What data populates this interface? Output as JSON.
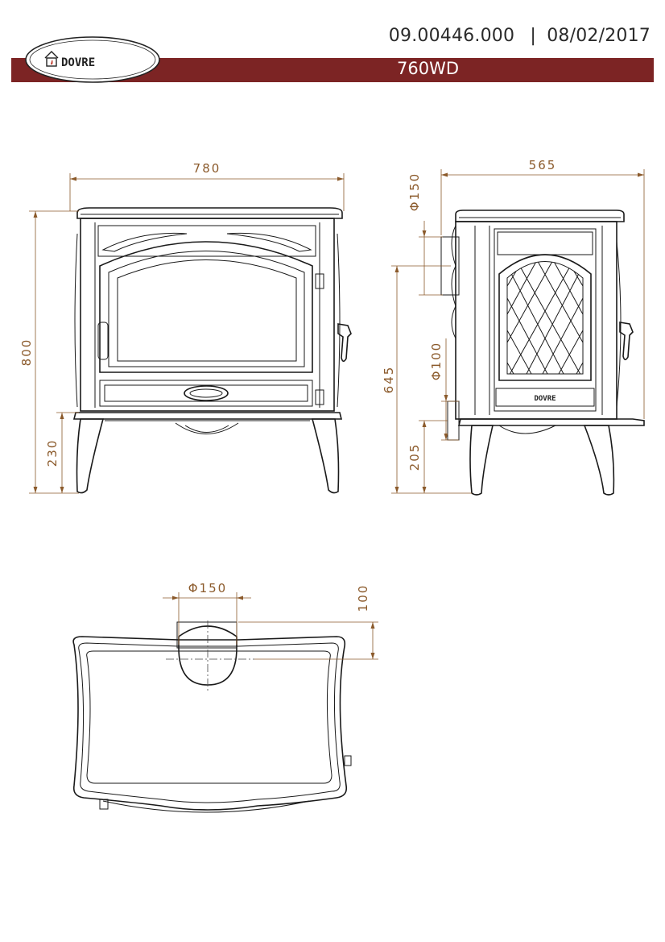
{
  "header": {
    "doc_code": "09.00446.000",
    "date": "08/02/2017",
    "separator": "|",
    "model": "760WD",
    "logo_text": "DOVRE",
    "accent_color": "#7c2424"
  },
  "front_view": {
    "width_label": "780",
    "height_label": "800",
    "leg_height_label": "230"
  },
  "side_view": {
    "depth_label": "565",
    "top_flue_diameter_label": "Φ150",
    "rear_flue_height_label": "645",
    "rear_outlet_diameter_label": "Φ100",
    "rear_outlet_height_label": "205",
    "badge_text": "DOVRE"
  },
  "top_view": {
    "flue_diameter_label": "Φ150",
    "flue_offset_label": "100"
  }
}
